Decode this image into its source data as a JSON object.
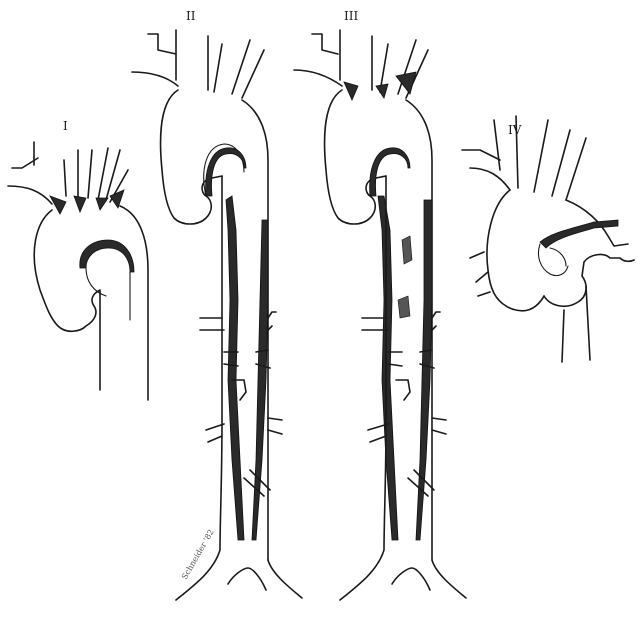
{
  "labels": {
    "type_1": "I",
    "type_2": "II",
    "type_3": "III",
    "type_4": "IV"
  },
  "artist_signature": "Schneider '82"
}
